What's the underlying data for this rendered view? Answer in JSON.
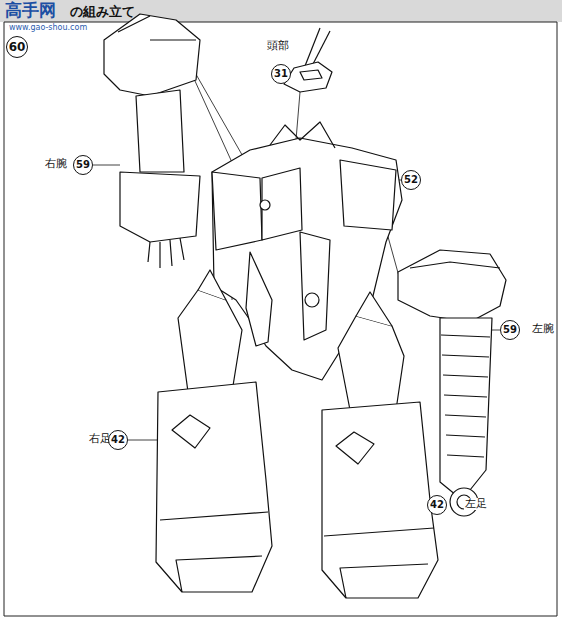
{
  "diagram": {
    "title": "の組み立て",
    "nodes": [
      {
        "text": [
          "60"
        ]
      },
      {
        "text": [
          "31"
        ]
      },
      {
        "text": [
          "52"
        ]
      },
      {
        "text": [
          "59"
        ]
      },
      {
        "text": [
          "59"
        ]
      },
      {
        "text": [
          "42"
        ]
      },
      {
        "text": [
          "42"
        ]
      }
    ],
    "labels": [
      "高手网",
      "www.gao-shou.com",
      "頭部",
      "右腕",
      "左腕",
      "右足",
      "左足"
    ]
  }
}
